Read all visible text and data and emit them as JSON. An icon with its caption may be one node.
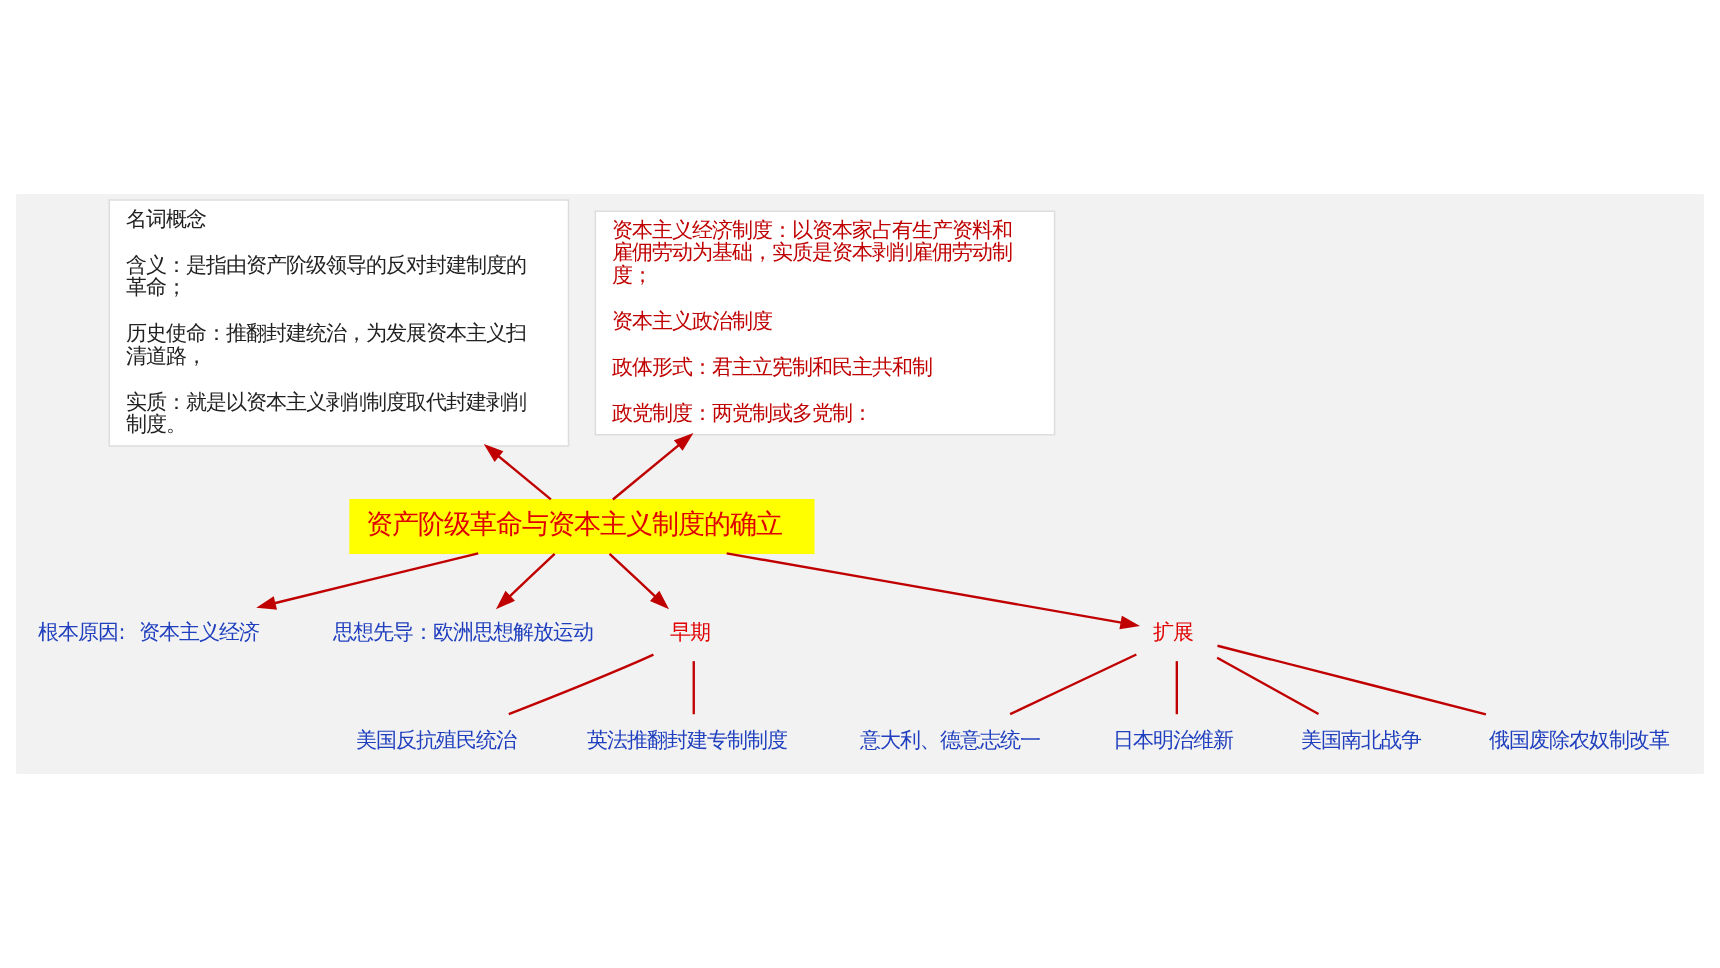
{
  "diagram": {
    "nodes": [
      {
        "text": [
          "名词概念",
          "含义：是指由资产阶级领导的反对封建制度的革命；",
          "历史使命：推翻封建统治，为发展资本主义扫清道路，",
          "实质：就是以资本主义剥削制度取代封建剥削制度。"
        ]
      },
      {
        "text": [
          "资本主义经济制度：以资本家占有生产资料和雇佣劳动为基础，实质是资本剥削雇佣劳动制度；",
          "资本主义政治制度",
          "政体形式：君主立宪制和民主共和制",
          "政党制度：两党制或多党制："
        ]
      },
      {
        "text": [
          "资产阶级革命与资本主义制度的确立"
        ]
      },
      {
        "text": [
          "根本原因:  资本主义经济"
        ]
      },
      {
        "text": [
          "思想先导：欧洲思想解放运动"
        ]
      },
      {
        "text": [
          "早期"
        ]
      },
      {
        "text": [
          "扩展"
        ]
      },
      {
        "text": [
          "美国反抗殖民统治"
        ]
      },
      {
        "text": [
          "英法推翻封建专制制度"
        ]
      },
      {
        "text": [
          "意大利、德意志统一"
        ]
      },
      {
        "text": [
          "日本明治维新"
        ]
      },
      {
        "text": [
          "美国南北战争"
        ]
      },
      {
        "text": [
          "俄国废除农奴制改革"
        ]
      }
    ],
    "edges": [
      {
        "from": 2,
        "to": 0,
        "arrow": "to"
      },
      {
        "from": 2,
        "to": 1,
        "arrow": "to"
      },
      {
        "from": 2,
        "to": 3,
        "arrow": "to"
      },
      {
        "from": 2,
        "to": 4,
        "arrow": "to"
      },
      {
        "from": 2,
        "to": 5,
        "arrow": "to"
      },
      {
        "from": 2,
        "to": 6,
        "arrow": "to"
      },
      {
        "from": 5,
        "to": 7,
        "arrow": "none"
      },
      {
        "from": 5,
        "to": 8,
        "arrow": "none"
      },
      {
        "from": 6,
        "to": 9,
        "arrow": "none"
      },
      {
        "from": 6,
        "to": 10,
        "arrow": "none"
      },
      {
        "from": 6,
        "to": 11,
        "arrow": "none"
      },
      {
        "from": 6,
        "to": 12,
        "arrow": "none"
      }
    ]
  }
}
